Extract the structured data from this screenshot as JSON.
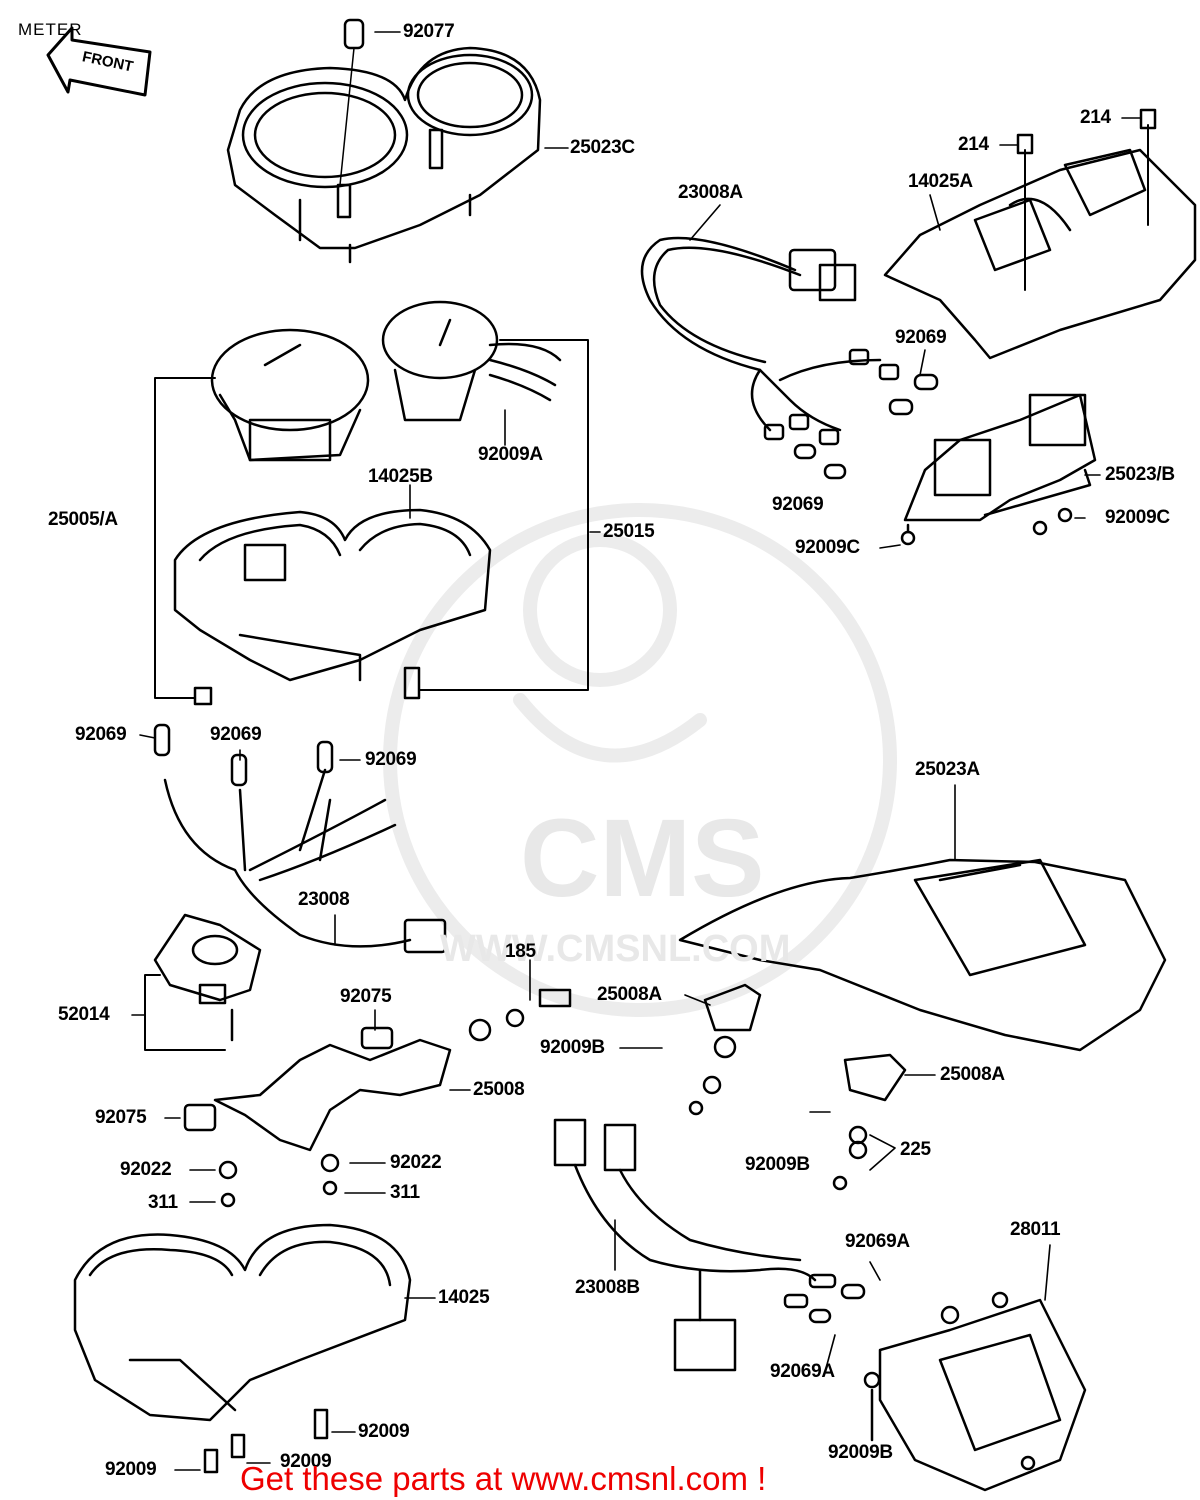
{
  "title": "METER",
  "front_arrow": "FRONT",
  "watermark": {
    "brand": "CMS",
    "url": "WWW.CMSNL.COM"
  },
  "footer": "Get these parts at www.cmsnl.com !",
  "callouts": [
    {
      "id": "92077",
      "text": "92077"
    },
    {
      "id": "25023C",
      "text": "25023C"
    },
    {
      "id": "214a",
      "text": "214"
    },
    {
      "id": "214b",
      "text": "214"
    },
    {
      "id": "14025A",
      "text": "14025A"
    },
    {
      "id": "23008A",
      "text": "23008A"
    },
    {
      "id": "92069a",
      "text": "92069"
    },
    {
      "id": "92069b",
      "text": "92069"
    },
    {
      "id": "25023B",
      "text": "25023/B"
    },
    {
      "id": "92009Ca",
      "text": "92009C"
    },
    {
      "id": "92009Cb",
      "text": "92009C"
    },
    {
      "id": "92009A",
      "text": "92009A"
    },
    {
      "id": "14025B",
      "text": "14025B"
    },
    {
      "id": "25005A",
      "text": "25005/A"
    },
    {
      "id": "25015",
      "text": "25015"
    },
    {
      "id": "92069c",
      "text": "92069"
    },
    {
      "id": "92069d",
      "text": "92069"
    },
    {
      "id": "92069e",
      "text": "92069"
    },
    {
      "id": "25023A",
      "text": "25023A"
    },
    {
      "id": "23008",
      "text": "23008"
    },
    {
      "id": "185",
      "text": "185"
    },
    {
      "id": "52014",
      "text": "52014"
    },
    {
      "id": "92075a",
      "text": "92075"
    },
    {
      "id": "25008Aa",
      "text": "25008A"
    },
    {
      "id": "92009Ba",
      "text": "92009B"
    },
    {
      "id": "25008",
      "text": "25008"
    },
    {
      "id": "25008Ab",
      "text": "25008A"
    },
    {
      "id": "92075b",
      "text": "92075"
    },
    {
      "id": "92009Bb",
      "text": "92009B"
    },
    {
      "id": "225",
      "text": "225"
    },
    {
      "id": "92022a",
      "text": "92022"
    },
    {
      "id": "92022b",
      "text": "92022"
    },
    {
      "id": "311a",
      "text": "311"
    },
    {
      "id": "311b",
      "text": "311"
    },
    {
      "id": "92069Aa",
      "text": "92069A"
    },
    {
      "id": "28011",
      "text": "28011"
    },
    {
      "id": "14025",
      "text": "14025"
    },
    {
      "id": "23008B",
      "text": "23008B"
    },
    {
      "id": "92069Ab",
      "text": "92069A"
    },
    {
      "id": "92009a",
      "text": "92009"
    },
    {
      "id": "92009b",
      "text": "92009"
    },
    {
      "id": "92009c",
      "text": "92009"
    },
    {
      "id": "92009Bc",
      "text": "92009B"
    }
  ]
}
